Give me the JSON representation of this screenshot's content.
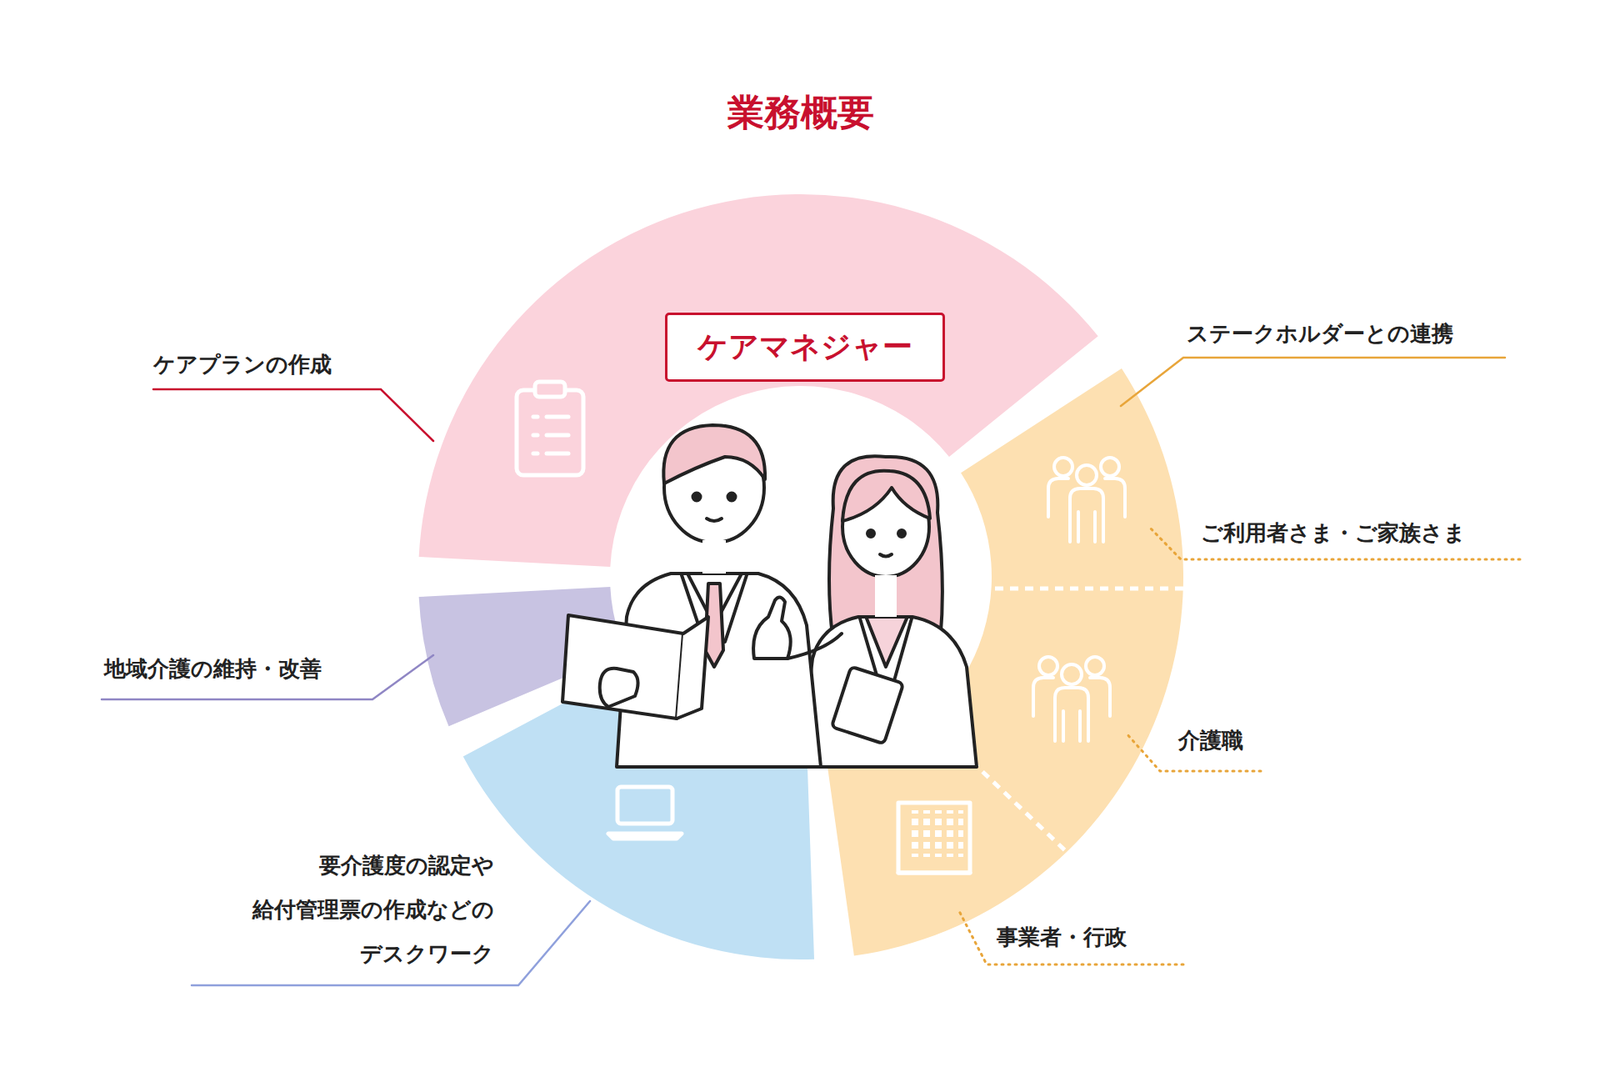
{
  "diagram": {
    "title": "業務概要",
    "nodes": [
      {
        "text": [
          "ケアマネジャー"
        ]
      }
    ],
    "labels": [
      "ケアプランの作成",
      "ステークホルダーとの連携",
      "ご利用者さま・ご家族さま",
      "介護職",
      "事業者・行政",
      "地域介護の維持・改善",
      "要介護度の認定や 給付管理票の作成などの デスクワーク"
    ]
  }
}
